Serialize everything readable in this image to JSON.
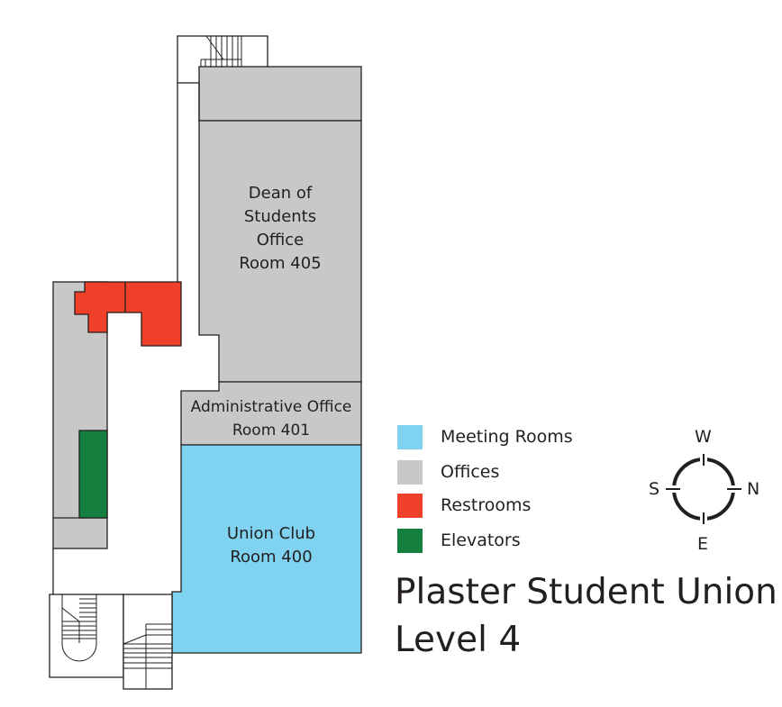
{
  "rooms": {
    "dean": {
      "line1": "Dean of",
      "line2": "Students",
      "line3": "Office",
      "line4": "Room 405"
    },
    "admin": {
      "line1": "Administrative Office",
      "line2": "Room 401"
    },
    "union_club": {
      "line1": "Union Club",
      "line2": "Room 400"
    }
  },
  "legend": [
    {
      "label": "Meeting Rooms",
      "color": "#7fd3f1"
    },
    {
      "label": "Offices",
      "color": "#c8c8c8"
    },
    {
      "label": "Restrooms",
      "color": "#ef4129"
    },
    {
      "label": "Elevators",
      "color": "#157f3f"
    }
  ],
  "compass": {
    "top": "W",
    "left": "S",
    "right": "N",
    "bottom": "E"
  },
  "title": {
    "line1": "Plaster Student Union",
    "line2": "Level 4"
  }
}
